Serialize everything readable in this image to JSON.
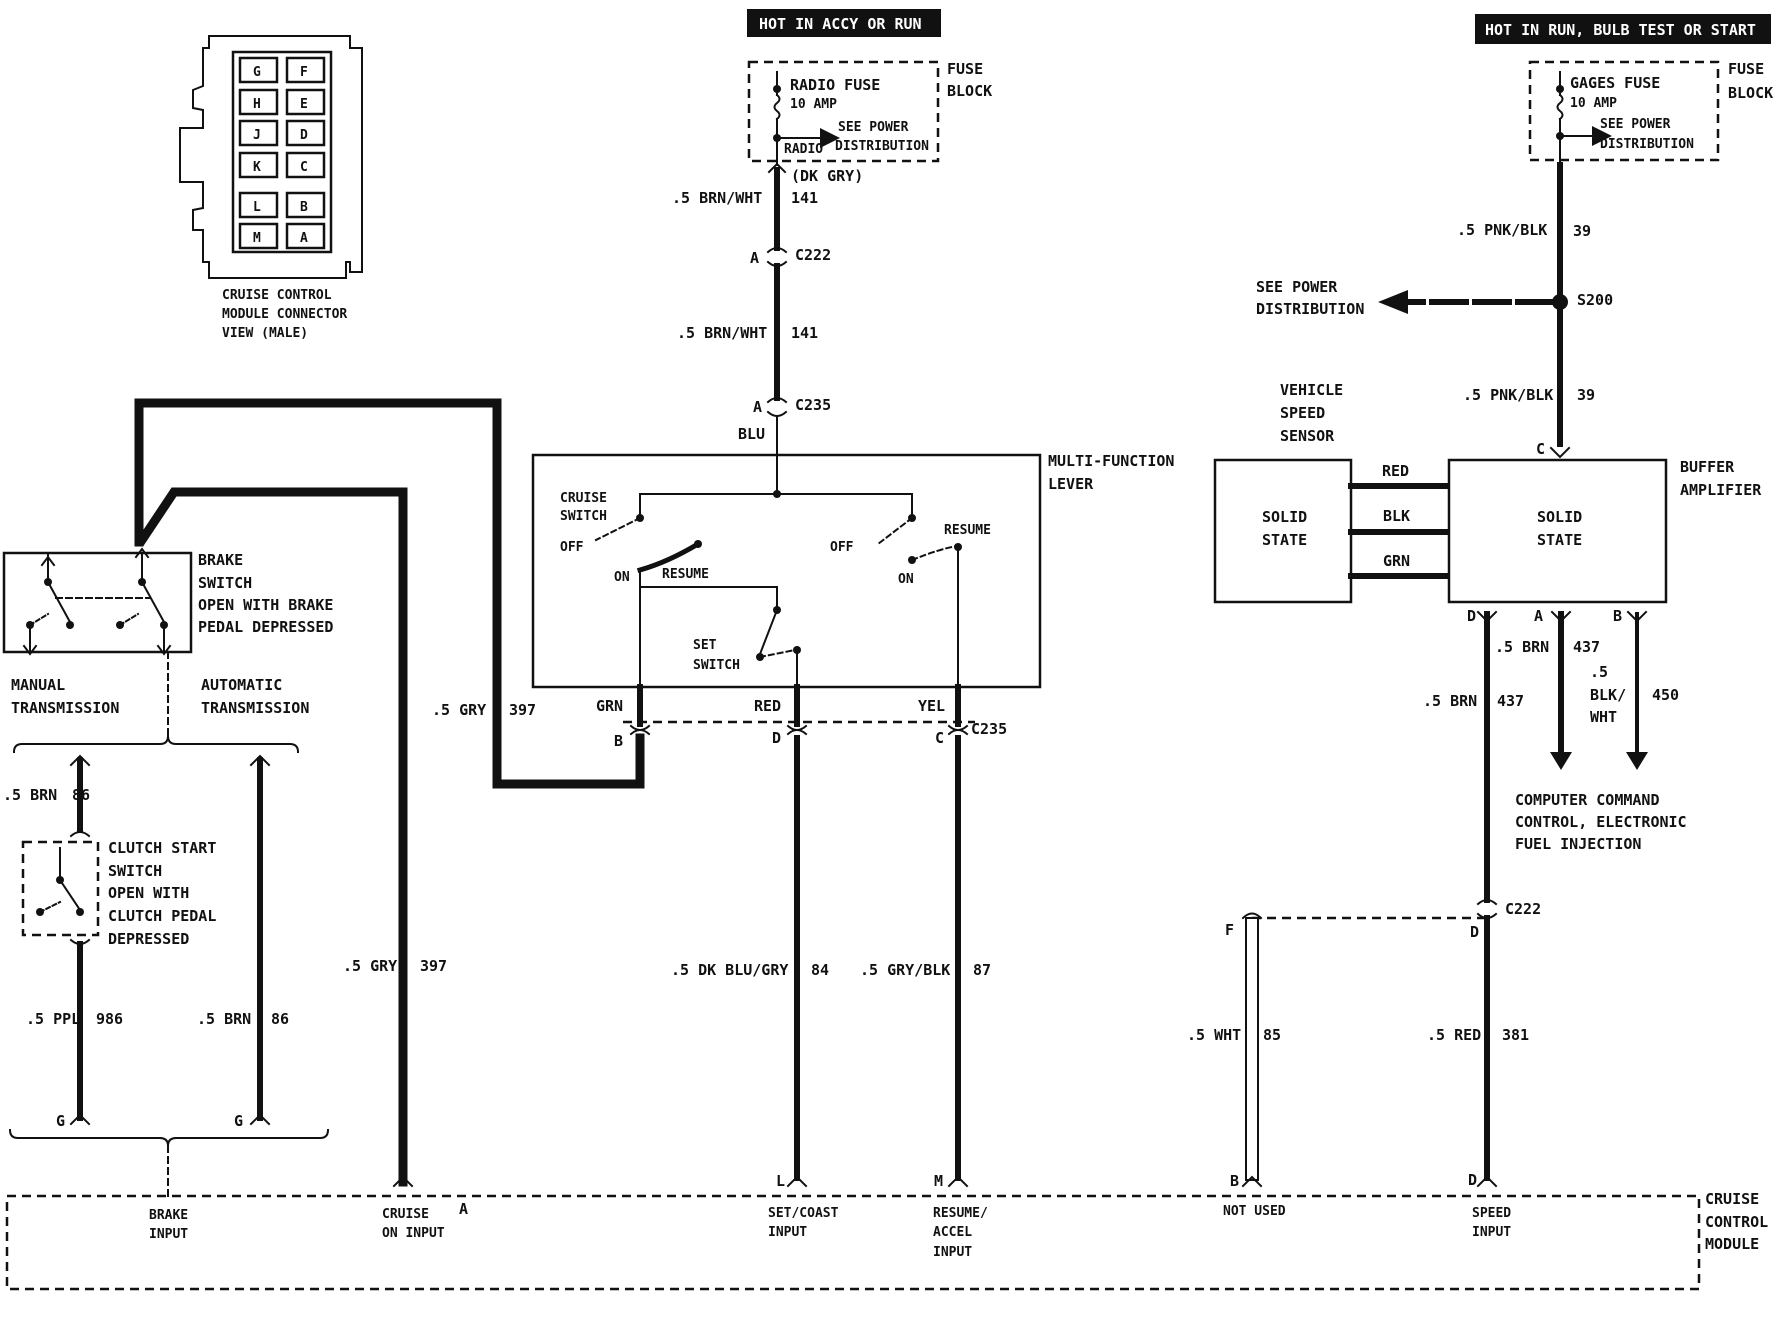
{
  "power": {
    "hot_left": "HOT IN ACCY OR RUN",
    "hot_right": "HOT IN RUN, BULB TEST OR START"
  },
  "fuse_block": {
    "label_line1": "FUSE",
    "label_line2": "BLOCK",
    "radio_fuse": "RADIO FUSE",
    "radio_amp": "10 AMP",
    "radio_tap": "RADIO",
    "gages_fuse": "GAGES FUSE",
    "gages_amp": "10 AMP",
    "see_power_line1": "SEE POWER",
    "see_power_line2": "DISTRIBUTION"
  },
  "connector_view": {
    "pins_left": [
      "G",
      "H",
      "J",
      "K",
      "L",
      "M"
    ],
    "pins_right": [
      "F",
      "E",
      "D",
      "C",
      "B",
      "A"
    ],
    "label_line1": "CRUISE CONTROL",
    "label_line2": "MODULE CONNECTOR",
    "label_line3": "VIEW (MALE)"
  },
  "wires": {
    "w141_a": ".5 BRN/WHT",
    "w141_b": ".5 BRN/WHT",
    "n141": "141",
    "dk_gry": "(DK GRY)",
    "blu": "BLU",
    "w39_a": ".5 PNK/BLK",
    "w39_b": ".5 PNK/BLK",
    "n39": "39",
    "w397_a": ".5 GRY",
    "w397_b": ".5 GRY",
    "n397": "397",
    "grn": "GRN",
    "red": "RED",
    "yel": "YEL",
    "w84": ".5 DK BLU/GRY",
    "n84": "84",
    "w87": ".5 GRY/BLK",
    "n87": "87",
    "w86_a": ".5 BRN",
    "w86_b": ".5 BRN",
    "n86": "86",
    "w986": ".5 PPL",
    "n986": "986",
    "w437_a": ".5 BRN",
    "w437_b": ".5 BRN",
    "n437": "437",
    "w450_a": ".5",
    "w450_b": "BLK/",
    "w450_c": "WHT",
    "n450": "450",
    "w85": ".5 WHT",
    "n85": "85",
    "w381": ".5 RED",
    "n381": "381",
    "vss_red": "RED",
    "vss_blk": "BLK",
    "vss_grn": "GRN"
  },
  "connectors": {
    "c222": "C222",
    "c235": "C235",
    "s200": "S200",
    "pin_A": "A",
    "pin_B": "B",
    "pin_C": "C",
    "pin_D": "D",
    "pin_F": "F",
    "pin_G": "G",
    "pin_L": "L",
    "pin_M": "M"
  },
  "see_power": {
    "line1": "SEE POWER",
    "line2": "DISTRIBUTION"
  },
  "multifunction": {
    "label_line1": "MULTI-FUNCTION",
    "label_line2": "LEVER",
    "cruise_switch_1": "CRUISE",
    "cruise_switch_2": "SWITCH",
    "off": "OFF",
    "on": "ON",
    "resume": "RESUME",
    "set_switch_1": "SET",
    "set_switch_2": "SWITCH"
  },
  "brake": {
    "label_line1": "BRAKE",
    "label_line2": "SWITCH",
    "label_line3": "OPEN WITH BRAKE",
    "label_line4": "PEDAL DEPRESSED"
  },
  "transmission": {
    "manual_1": "MANUAL",
    "manual_2": "TRANSMISSION",
    "auto_1": "AUTOMATIC",
    "auto_2": "TRANSMISSION"
  },
  "clutch": {
    "label_line1": "CLUTCH START",
    "label_line2": "SWITCH",
    "label_line3": "OPEN WITH",
    "label_line4": "CLUTCH PEDAL",
    "label_line5": "DEPRESSED"
  },
  "vss": {
    "label_line1": "VEHICLE",
    "label_line2": "SPEED",
    "label_line3": "SENSOR",
    "solid": "SOLID",
    "state": "STATE"
  },
  "buffer": {
    "label_line1": "BUFFER",
    "label_line2": "AMPLIFIER",
    "solid": "SOLID",
    "state": "STATE"
  },
  "ecm": {
    "line1": "COMPUTER COMMAND",
    "line2": "CONTROL, ELECTRONIC",
    "line3": "FUEL INJECTION"
  },
  "module": {
    "label_line1": "CRUISE",
    "label_line2": "CONTROL",
    "label_line3": "MODULE",
    "brake_input_1": "BRAKE",
    "brake_input_2": "INPUT",
    "cruise_on_1": "CRUISE",
    "cruise_on_2": "ON INPUT",
    "set_coast_1": "SET/COAST",
    "set_coast_2": "INPUT",
    "resume_1": "RESUME/",
    "resume_2": "ACCEL",
    "resume_3": "INPUT",
    "not_used": "NOT USED",
    "speed_1": "SPEED",
    "speed_2": "INPUT"
  }
}
